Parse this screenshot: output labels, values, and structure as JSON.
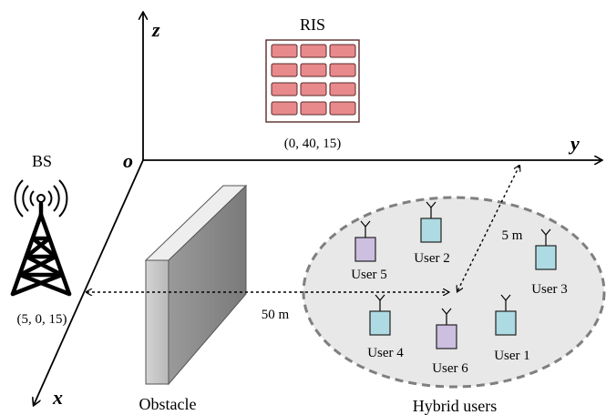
{
  "axes": {
    "x": "x",
    "y": "y",
    "z": "z",
    "origin": "o"
  },
  "ris": {
    "label": "RIS",
    "coord": "(0, 40, 15)"
  },
  "bs": {
    "label": "BS",
    "coord": "(5, 0, 15)"
  },
  "obstacle": {
    "label": "Obstacle"
  },
  "distances": {
    "bs_to_users": "50 m",
    "radius": "5 m"
  },
  "users_group": {
    "label": "Hybrid users"
  },
  "users": [
    {
      "label": "User 1",
      "color": "#aedbe3"
    },
    {
      "label": "User 2",
      "color": "#aedbe3"
    },
    {
      "label": "User 3",
      "color": "#aedbe3"
    },
    {
      "label": "User 4",
      "color": "#aedbe3"
    },
    {
      "label": "User 5",
      "color": "#cdbfe0"
    },
    {
      "label": "User 6",
      "color": "#cdbfe0"
    }
  ],
  "colors": {
    "brick": "#e8898c",
    "brick_edge": "#5a2a2a",
    "ellipse_fill": "#e8e8e8",
    "ellipse_edge": "#7f7f7f"
  }
}
